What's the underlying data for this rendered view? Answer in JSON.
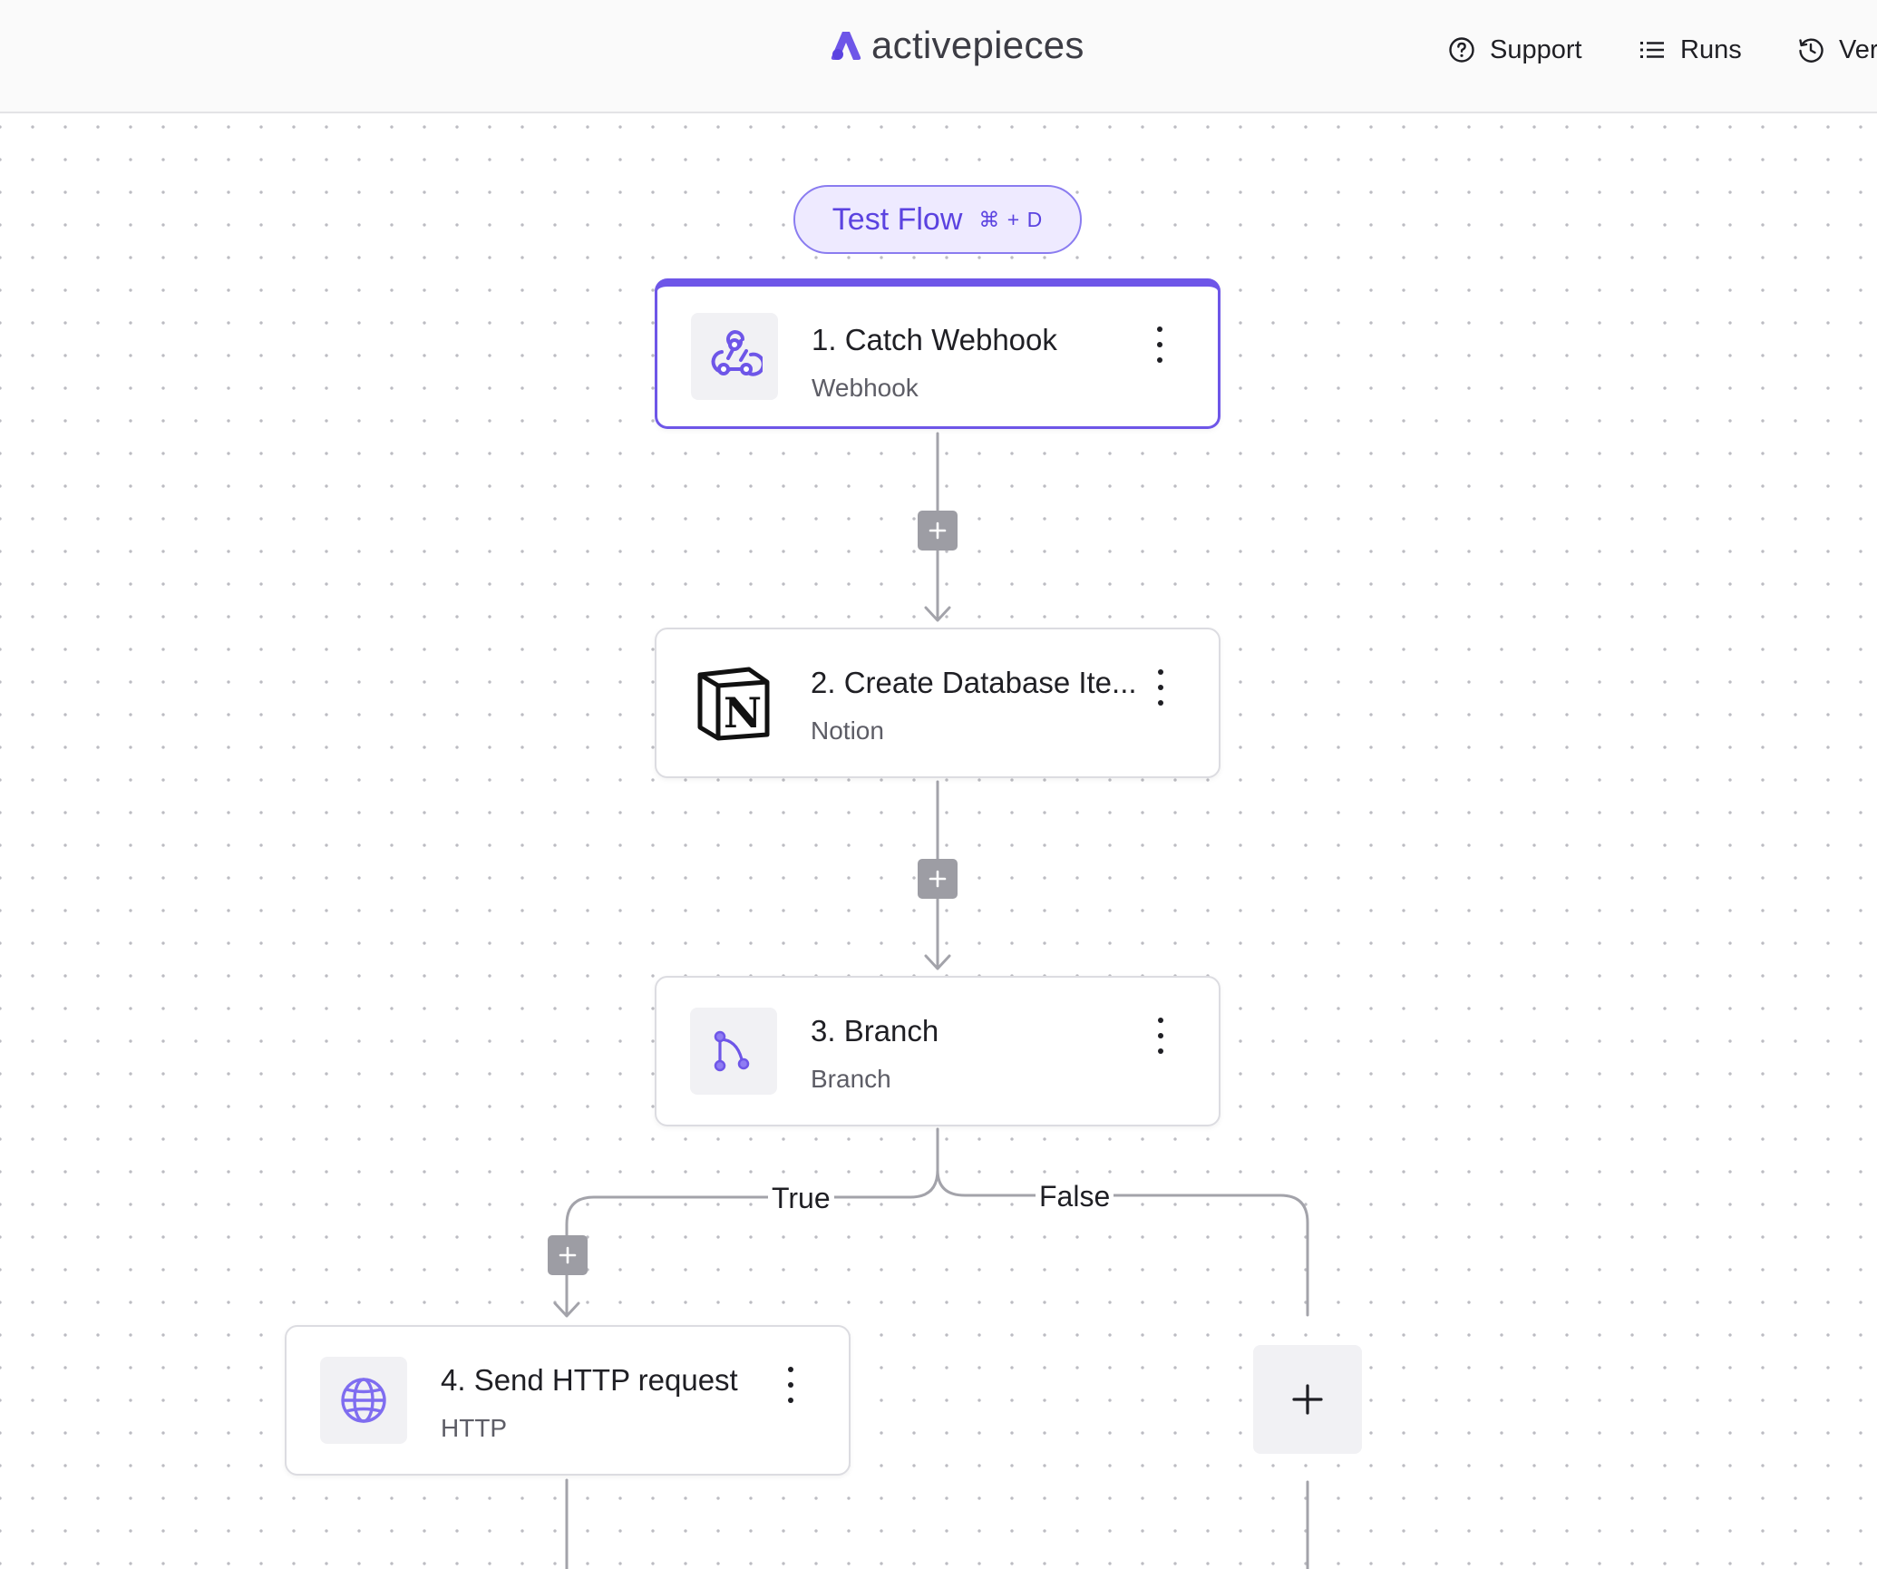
{
  "header": {
    "brand": "activepieces",
    "nav": {
      "support": "Support",
      "runs": "Runs",
      "versions": "Ver"
    }
  },
  "canvas": {
    "test_flow": {
      "label": "Test Flow",
      "shortcut": "⌘ + D"
    },
    "steps": [
      {
        "title": "1. Catch Webhook",
        "subtitle": "Webhook",
        "icon": "webhook-icon"
      },
      {
        "title": "2. Create Database Ite...",
        "subtitle": "Notion",
        "icon": "notion-icon"
      },
      {
        "title": "3. Branch",
        "subtitle": "Branch",
        "icon": "branch-icon"
      },
      {
        "title": "4. Send HTTP request",
        "subtitle": "HTTP",
        "icon": "globe-icon"
      }
    ],
    "branches": {
      "true_label": "True",
      "false_label": "False"
    }
  },
  "colors": {
    "accent": "#6e56e8",
    "accent_light": "#eeeaff",
    "connector": "#a3a3aa"
  }
}
